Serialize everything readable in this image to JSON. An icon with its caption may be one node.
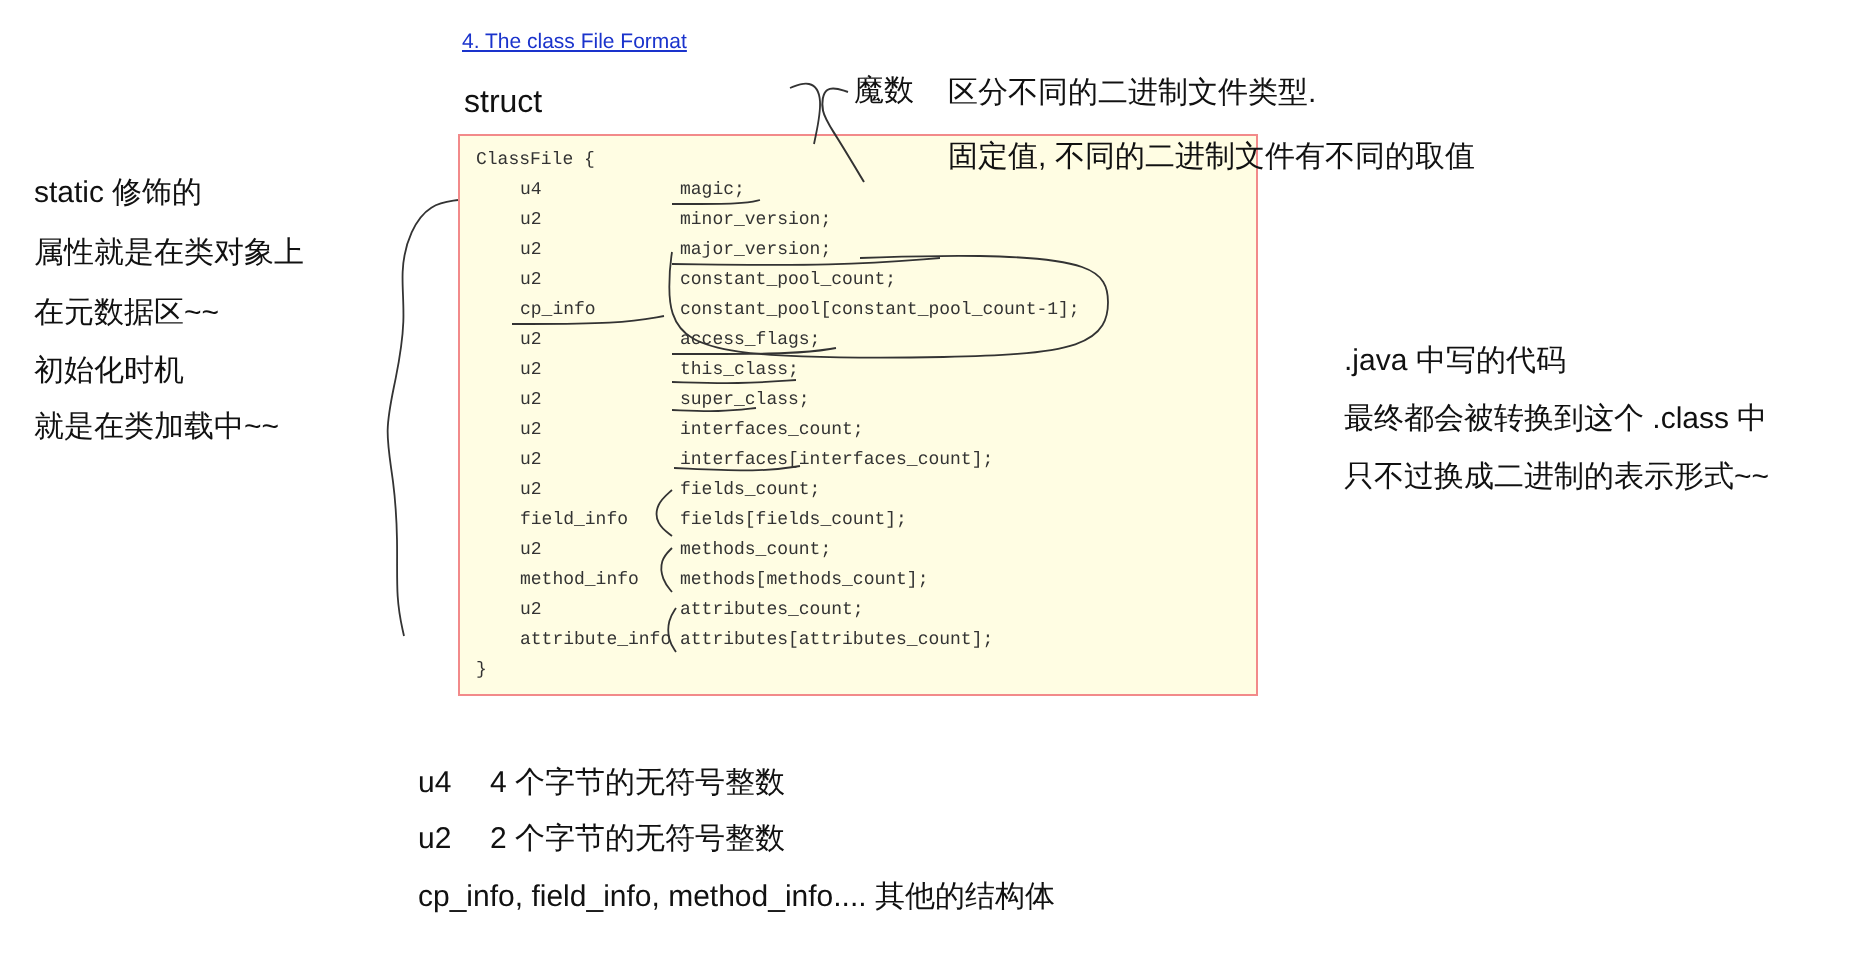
{
  "diagram": {
    "nodes": [
      {
        "text": [
          "魔数"
        ]
      },
      {
        "text": [
          "ClassFile {",
          "u4",
          "magic;",
          "u2",
          "minor_version;",
          "u2",
          "major_version;",
          "u2",
          "constant_pool_count;",
          "cp_info",
          "constant_pool[constant_pool_count-1];",
          "u2",
          "access_flags;",
          "u2",
          "this_class;",
          "u2",
          "super_class;",
          "u2",
          "interfaces_count;",
          "u2",
          "interfaces[interfaces_count];",
          "u2",
          "fields_count;",
          "field_info",
          "fields[fields_count];",
          "u2",
          "methods_count;",
          "method_info",
          "methods[methods_count];",
          "u2",
          "attributes_count;",
          "attribute_info",
          "attributes[attributes_count];",
          "}"
        ]
      }
    ],
    "edges": [
      {
        "from": 0,
        "to": 1,
        "arrow": "none"
      }
    ],
    "labels": [
      "4. The class File Format",
      "struct",
      "区分不同的二进制文件类型.",
      "固定值, 不同的二进制文件有不同的取值",
      "static 修饰的",
      "属性就是在类对象上",
      "在元数据区~~",
      "初始化时机",
      "就是在类加载中~~",
      ".java 中写的代码",
      "最终都会被转换到这个 .class 中",
      "只不过换成二进制的表示形式~~",
      "u4",
      "4 个字节的无符号整数",
      "u2",
      "2 个字节的无符号整数",
      "cp_info, field_info, method_info.... 其他的结构体"
    ]
  }
}
